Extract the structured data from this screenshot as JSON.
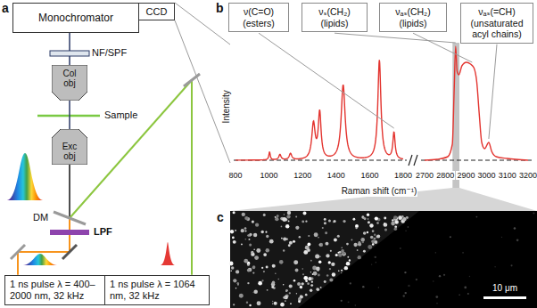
{
  "diagram": {
    "nodes": [
      {
        "text": [
          "Monochromator"
        ]
      },
      {
        "text": [
          "CCD"
        ]
      },
      {
        "text": [
          "Col obj"
        ]
      },
      {
        "text": [
          "Exc obj"
        ]
      },
      {
        "text": [
          "1 ns pulse λ = 400–2000 nm, 32 kHz"
        ]
      },
      {
        "text": [
          "1 ns pulse λ = 1064 nm, 32 kHz"
        ]
      },
      {
        "text": [
          "ν(C=O) (esters)"
        ]
      },
      {
        "text": [
          "νₛ(CH₂) (lipids)"
        ]
      },
      {
        "text": [
          "νₐₛ(CH₂) (lipids)"
        ]
      },
      {
        "text": [
          "νₐₛ(=CH) (unsaturated acyl chains)"
        ]
      }
    ],
    "edges": [
      {
        "from": 2,
        "to": 0,
        "arrow": "none"
      },
      {
        "from": 3,
        "to": 2,
        "arrow": "none"
      }
    ],
    "labels": [
      "a",
      "NF/SPF",
      "Sample",
      "DM",
      "LPF",
      "b",
      "Intensity",
      "800",
      "1000",
      "1200",
      "1400",
      "1600",
      "1800",
      "2700",
      "2800",
      "2900",
      "3000",
      "3100",
      "3200",
      "Raman shift (cm⁻¹)",
      "c",
      "10 μm"
    ]
  }
}
